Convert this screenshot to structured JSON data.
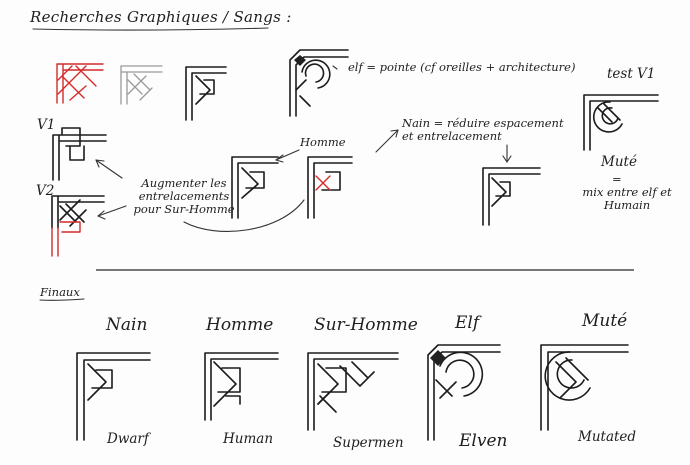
{
  "header": {
    "title": "Recherches Graphiques / Sangs :"
  },
  "sketches": {
    "v1_label": "V1",
    "v2_label": "V2",
    "augment_note": "Augmenter les entrelacements pour Sur-Homme",
    "homme_label": "Homme",
    "elf_note": "elf = pointe (cf oreilles + architecture)",
    "nain_note": "Nain = réduire espacement et entrelacement",
    "test_label": "test V1",
    "mute_note_title": "Muté",
    "mute_note_eq": "=",
    "mute_note": "mix entre elf et Humain"
  },
  "finals": {
    "section_label": "Finaux",
    "items": [
      {
        "french": "Nain",
        "english": "Dwarf"
      },
      {
        "french": "Homme",
        "english": "Human"
      },
      {
        "french": "Sur-Homme",
        "english": "Supermen"
      },
      {
        "french": "Elf",
        "english": "Elven"
      },
      {
        "french": "Muté",
        "english": "Mutated"
      }
    ]
  },
  "colors": {
    "ink": "#1c1c1c",
    "accent": "#d42a2a",
    "pencil": "#9a9a9a",
    "paper": "#fdfdfd"
  }
}
